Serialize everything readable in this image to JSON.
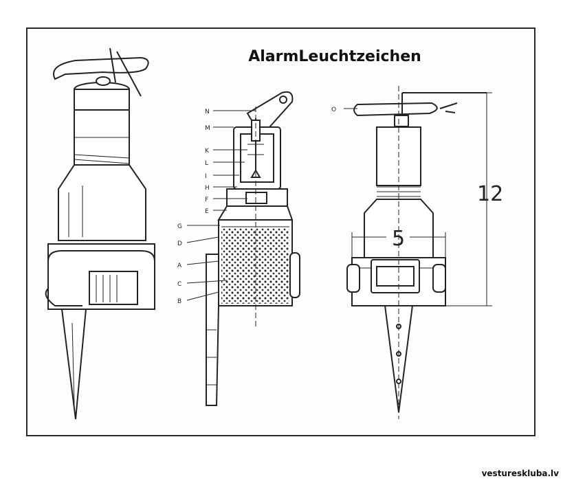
{
  "title": "AlarmLeuchtzeichen",
  "watermark": "vestureskluba.lv",
  "section_labels": [
    "N",
    "M",
    "K",
    "L",
    "I",
    "H",
    "F",
    "E",
    "G",
    "D",
    "A",
    "C",
    "B"
  ],
  "view_label": "O",
  "dimensions": {
    "height": "12",
    "width": "5"
  },
  "colors": {
    "ink": "#222222",
    "frame": "#2a2a2a",
    "background": "#ffffff"
  }
}
